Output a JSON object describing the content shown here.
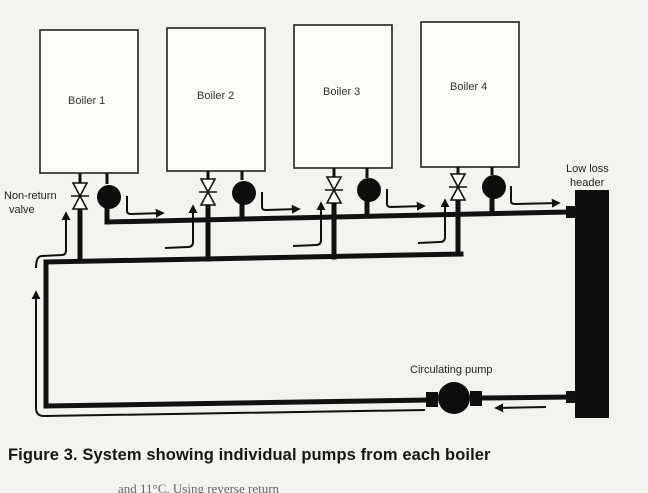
{
  "boilers": [
    {
      "label": "Boiler 1"
    },
    {
      "label": "Boiler 2"
    },
    {
      "label": "Boiler 3"
    },
    {
      "label": "Boiler 4"
    }
  ],
  "labels": {
    "non_return_valve_line1": "Non-return",
    "non_return_valve_line2": "valve",
    "header_line1": "Low loss",
    "header_line2": "header",
    "circulating_pump": "Circulating pump"
  },
  "caption": "Figure 3. System showing individual pumps from each boiler",
  "cutoff_text": "and 11°C. Using reverse return",
  "colors": {
    "line": "#111111",
    "box": "#222222",
    "background": "#f4f3ef"
  }
}
